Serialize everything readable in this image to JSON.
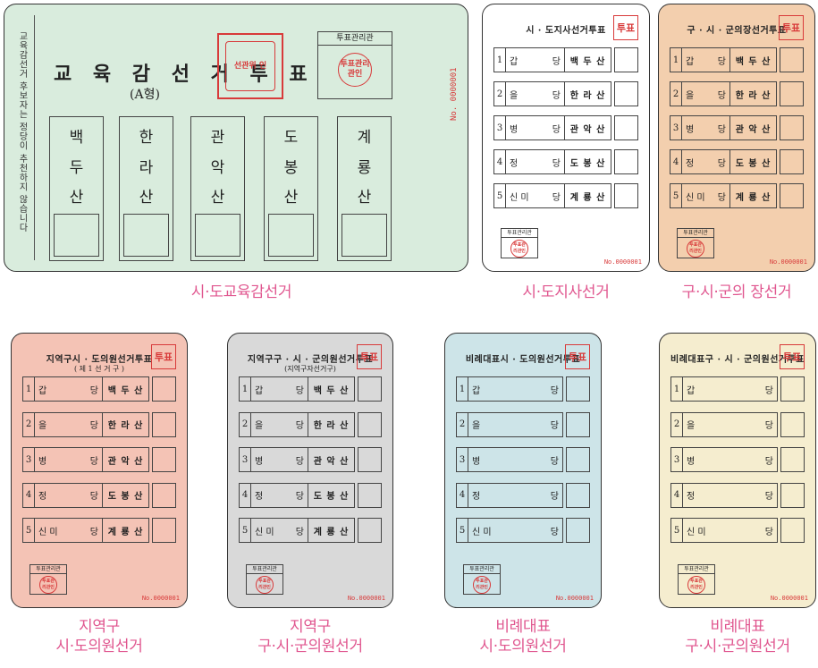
{
  "colors": {
    "green": "#d9ecdd",
    "white": "#ffffff",
    "tan": "#f3cfae",
    "pink": "#f4c3b5",
    "gray": "#d9d9d9",
    "blue": "#cde4e8",
    "cream": "#f5edcf",
    "caption": "#e0568f",
    "seal": "#d83a3a"
  },
  "big_ballot": {
    "side_text": "교육감선거 후보자는 정당이 추천하지 않습니다",
    "title": "교 육 감 선 거 투 표",
    "subtitle": "(A형)",
    "seal_text": "선관위 인",
    "manager_label": "투표관리관",
    "manager_seal": "투표관리관인",
    "serial": "No. 0000001",
    "candidates": [
      {
        "chars": [
          "백",
          "두",
          "산"
        ]
      },
      {
        "chars": [
          "한",
          "라",
          "산"
        ]
      },
      {
        "chars": [
          "관",
          "악",
          "산"
        ]
      },
      {
        "chars": [
          "도",
          "봉",
          "산"
        ]
      },
      {
        "chars": [
          "계",
          "룡",
          "산"
        ]
      }
    ],
    "caption": "시·도교육감선거"
  },
  "party_rows": [
    {
      "num": "1",
      "party": "갑",
      "suffix": "당",
      "candidate": "백 두 산"
    },
    {
      "num": "2",
      "party": "을",
      "suffix": "당",
      "candidate": "한 라 산"
    },
    {
      "num": "3",
      "party": "병",
      "suffix": "당",
      "candidate": "관 악 산"
    },
    {
      "num": "4",
      "party": "정",
      "suffix": "당",
      "candidate": "도 봉 산"
    },
    {
      "num": "5",
      "party": "신 미",
      "suffix": "당",
      "candidate": "계 룡 산"
    }
  ],
  "small_common": {
    "manager_label": "투표관리관",
    "manager_seal": "투표관리관인",
    "serial": "No.0000001",
    "seal_text": "투표"
  },
  "small_ballots": [
    {
      "title": "시 · 도지사선거투표",
      "subtitle": "",
      "caption1": "시·도지사선거",
      "caption2": ""
    },
    {
      "title": "구 · 시 · 군의장선거투표",
      "subtitle": "",
      "caption1": "구·시·군의 장선거",
      "caption2": ""
    },
    {
      "title": "지역구시 · 도의원선거투표",
      "subtitle": "( 제 1 선 거 구 )",
      "caption1": "지역구",
      "caption2": "시·도의원선거"
    },
    {
      "title": "지역구구 · 시 · 군의원선거투표",
      "subtitle": "(지역구자선거구)",
      "caption1": "지역구",
      "caption2": "구·시·군의원선거"
    },
    {
      "title": "비례대표시 · 도의원선거투표",
      "subtitle": "",
      "caption1": "비례대표",
      "caption2": "시·도의원선거"
    },
    {
      "title": "비례대표구 · 시 · 군의원선거투표",
      "subtitle": "",
      "caption1": "비례대표",
      "caption2": "구·시·군의원선거"
    }
  ]
}
